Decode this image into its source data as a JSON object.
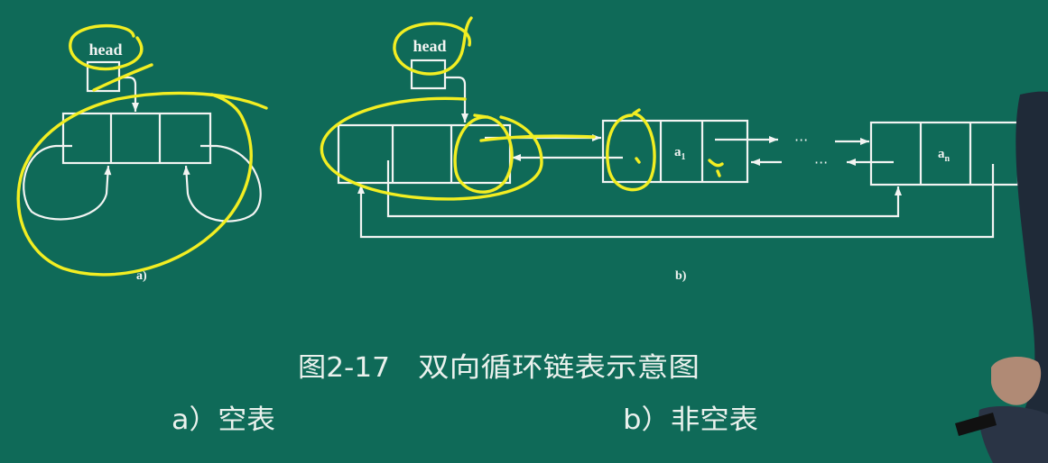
{
  "colors": {
    "background": "#0f6a58",
    "line": "#f2f4f2",
    "highlight": "#f2ee22",
    "caption_text": "#eaf1ed"
  },
  "diagram_a": {
    "head_label": "head",
    "caption": "a)"
  },
  "diagram_b": {
    "head_label": "head",
    "node_first": {
      "label": "a",
      "subscript": "1"
    },
    "node_last": {
      "label": "a",
      "subscript": "n"
    },
    "ellipsis_next": "···",
    "ellipsis_prior": "···",
    "caption": "b)"
  },
  "figure": {
    "number": "图2-17",
    "title": "双向循环链表示意图",
    "subcaption_a": "a）空表",
    "subcaption_b": "b）非空表"
  }
}
